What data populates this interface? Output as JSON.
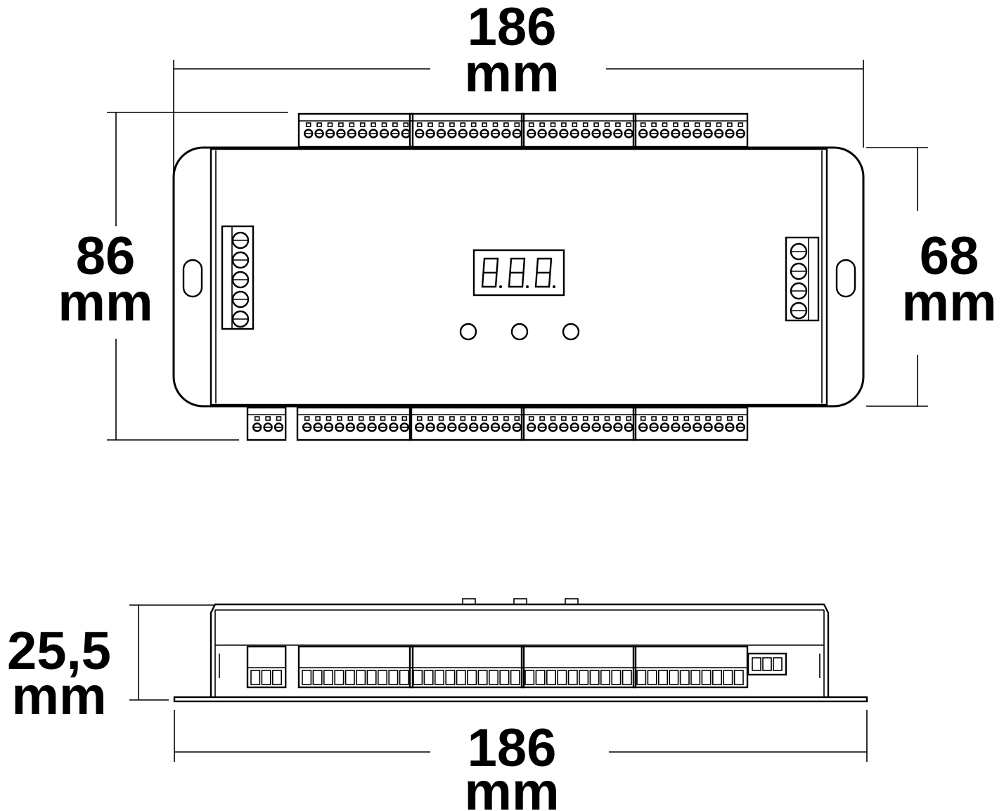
{
  "dimensions": {
    "top_width": {
      "value": "186",
      "unit": "mm"
    },
    "left_height": {
      "value": "86",
      "unit": "mm"
    },
    "right_height": {
      "value": "68",
      "unit": "mm"
    },
    "side_height": {
      "value": "25,5",
      "unit": "mm"
    },
    "bottom_width": {
      "value": "186",
      "unit": "mm"
    }
  },
  "display": {
    "digits": 3
  },
  "buttons": {
    "count": 3
  },
  "terminals": {
    "top_blocks": [
      10,
      10,
      10,
      10
    ],
    "bottom_blocks": [
      3,
      10,
      10,
      10,
      10
    ],
    "left_block": 5,
    "right_block": 4
  },
  "colors": {
    "line": "#000000",
    "background": "#ffffff"
  }
}
